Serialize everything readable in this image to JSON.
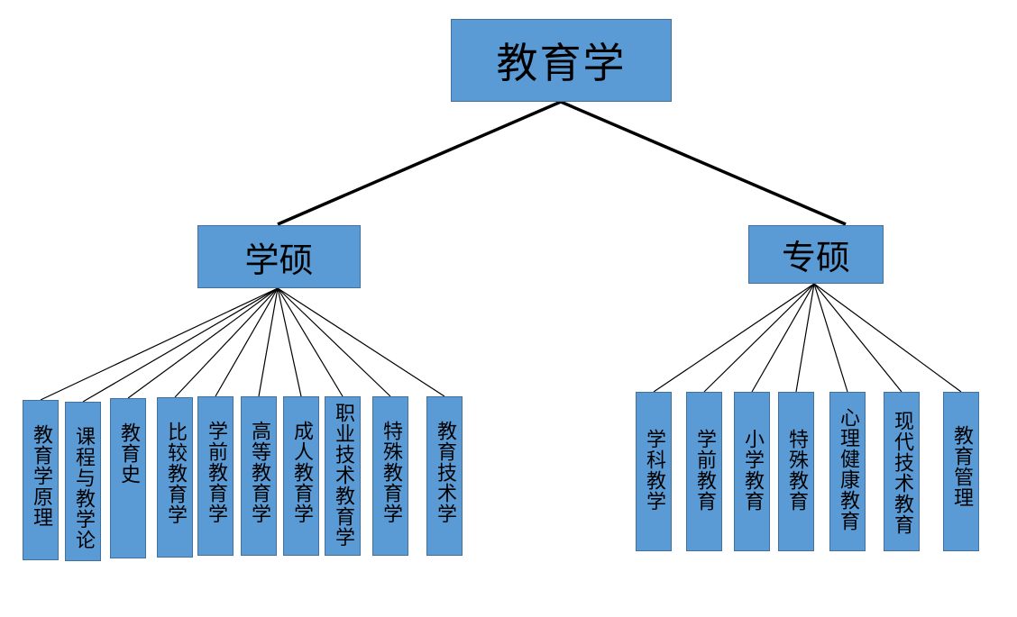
{
  "root": {
    "label": "教育学"
  },
  "branches": [
    {
      "label": "学硕",
      "children": [
        "教育学原理",
        "课程与教学论",
        "教育史",
        "比较教育学",
        "学前教育学",
        "高等教育学",
        "成人教育学",
        "职业技术教育学",
        "特殊教育学",
        "教育技术学"
      ]
    },
    {
      "label": "专硕",
      "children": [
        "学科教学",
        "学前教育",
        "小学教育",
        "特殊教育",
        "心理健康教育",
        "现代技术教育",
        "教育管理"
      ]
    }
  ],
  "colors": {
    "node_fill": "#5b9bd5",
    "node_border": "#41719c",
    "connector": "#000000"
  }
}
